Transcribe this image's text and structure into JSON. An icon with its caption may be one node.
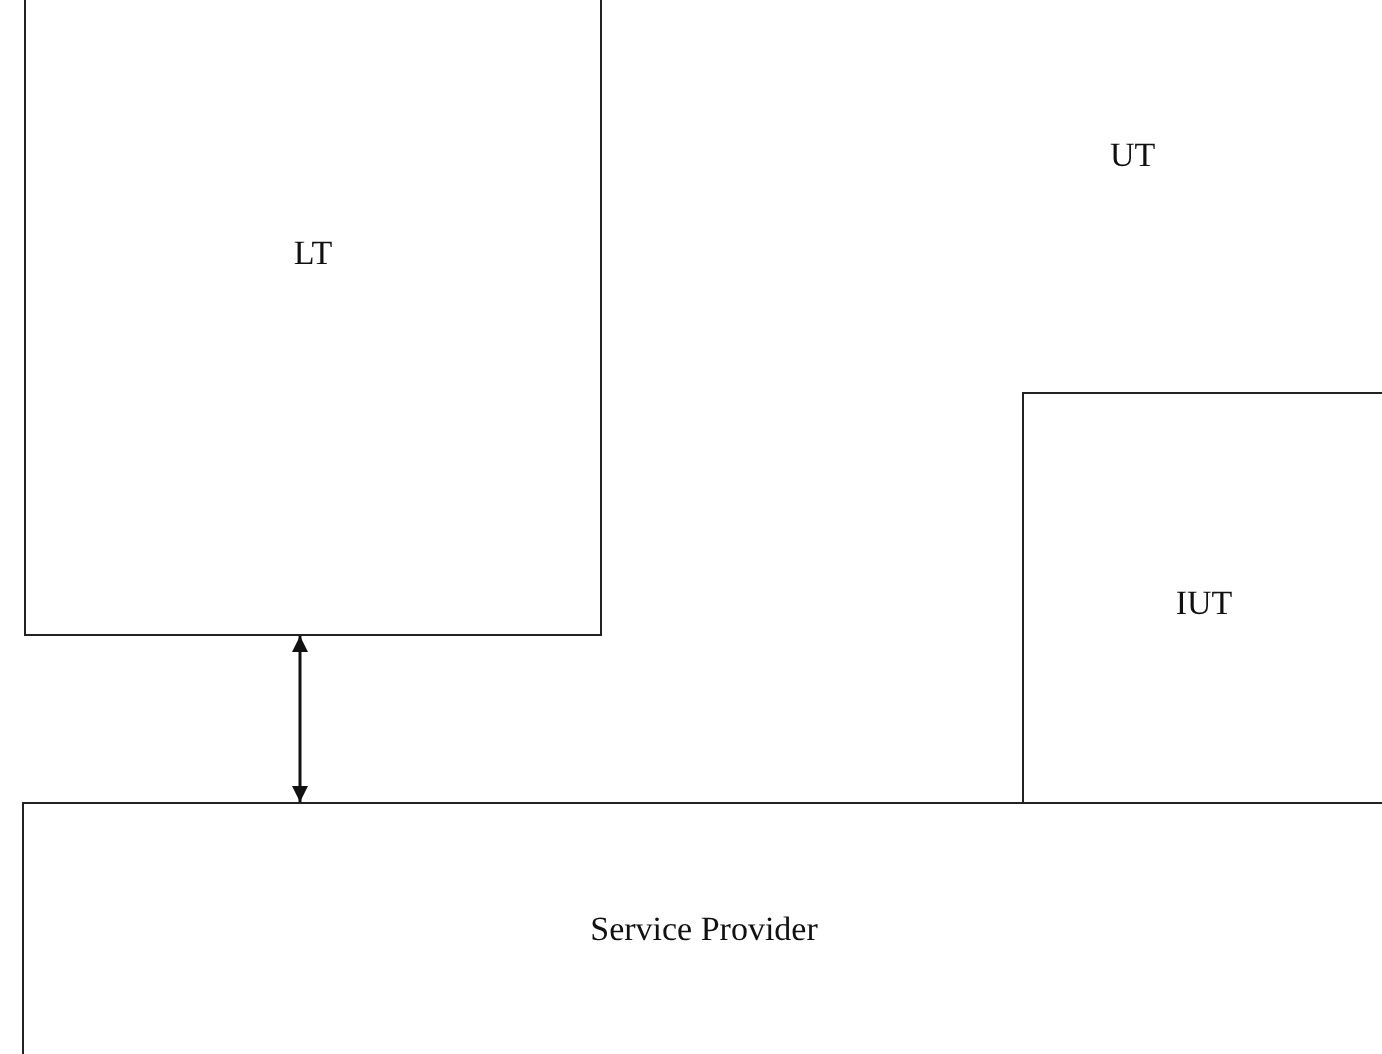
{
  "diagram": {
    "nodes": [
      {
        "text": [
          "LT"
        ]
      },
      {
        "text": [
          "IUT"
        ]
      },
      {
        "text": [
          "Service Provider"
        ]
      }
    ],
    "edges": [
      {
        "from": 0,
        "to": 2,
        "arrow": "both"
      }
    ],
    "labels": [
      "UT"
    ]
  }
}
